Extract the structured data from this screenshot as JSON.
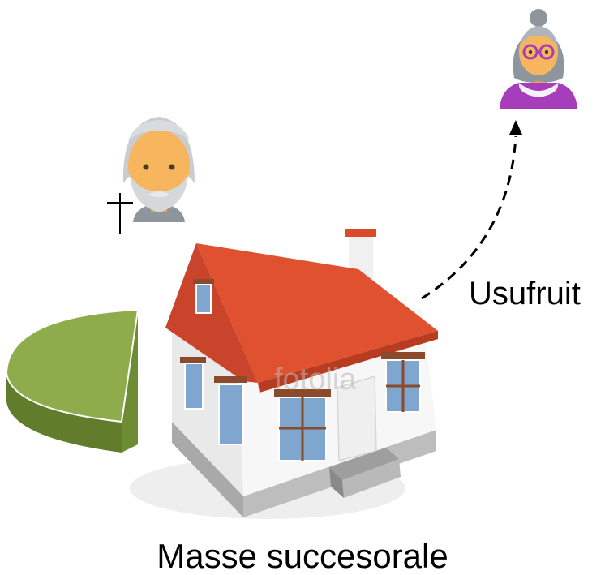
{
  "diagram": {
    "arrow_label": "Usufruit",
    "caption": "Masse succesorale",
    "watermark": "fotolia",
    "deceased_mark": "†",
    "icons": {
      "deceased": "old-man-avatar-icon",
      "heir": "old-woman-avatar-icon",
      "property": "house-icon",
      "share": "pie-slice-icon"
    },
    "colors": {
      "share_green": "#8fac4c",
      "roof": "#e0522f",
      "heir_purple": "#a63dbb",
      "skin": "#f7b65e",
      "hair_gray": "#c9cdd1"
    }
  }
}
